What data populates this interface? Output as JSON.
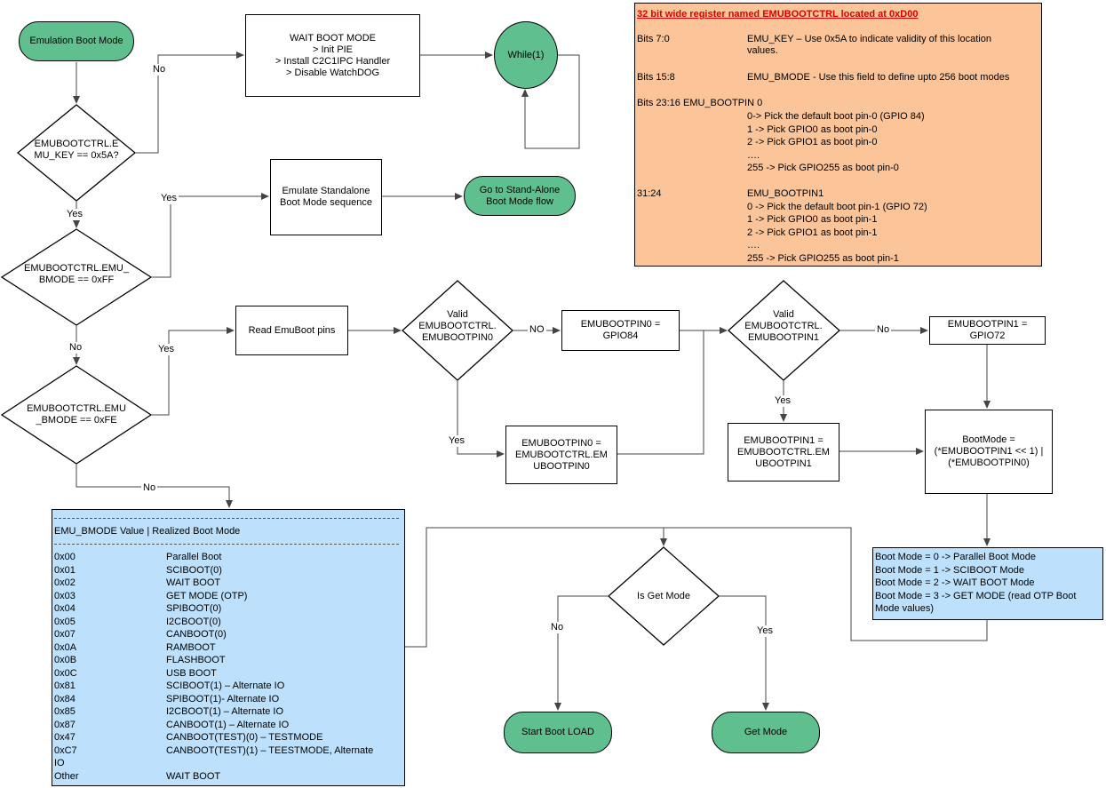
{
  "nodes": {
    "emulation_boot_mode": "Emulation Boot Mode",
    "wait_boot_mode": [
      "WAIT BOOT MODE",
      "> Init PIE",
      "> Install C2C1IPC Handler",
      "> Disable WatchDOG"
    ],
    "while1": "While(1)",
    "decision_emu_key": "EMUBOOTCTRL.E MU_KEY == 0x5A?",
    "emulate_standalone": "Emulate Standalone Boot Mode sequence",
    "go_standalone": "Go to Stand-Alone Boot Mode flow",
    "decision_bmode_ff": "EMUBOOTCTRL.EMU_ BMODE == 0xFF",
    "read_emuboot_pins": "Read EmuBoot pins",
    "valid_pin0": "Valid EMUBOOTCTRL. EMUBOOTPIN0",
    "pin0_gpio84": "EMUBOOTPIN0 = GPIO84",
    "valid_pin1": "Valid EMUBOOTCTRL. EMUBOOTPIN1",
    "pin1_gpio72": "EMUBOOTPIN1 = GPIO72",
    "decision_bmode_fe": "EMUBOOTCTRL.EMU _BMODE == 0xFE",
    "pin0_assign": "EMUBOOTPIN0 = EMUBOOTCTRL.EM UBOOTPIN0",
    "pin1_assign": "EMUBOOTPIN1 = EMUBOOTCTRL.EM UBOOTPIN1",
    "bootmode_calc": "BootMode = (*EMUBOOTPIN1 << 1) | (*EMUBOOTPIN0)",
    "is_get_mode": "Is Get Mode",
    "start_boot_load": "Start Boot LOAD",
    "get_mode": "Get Mode"
  },
  "edge_labels": {
    "no_wait": "No",
    "yes_emu_key": "Yes",
    "yes_ff": "Yes",
    "no_ff": "No",
    "yes_fe": "Yes",
    "no_fe": "No",
    "no_pin0": "NO",
    "yes_pin0": "Yes",
    "no_pin1": "No",
    "yes_pin1": "Yes",
    "no_getmode": "No",
    "yes_getmode": "Yes"
  },
  "register": {
    "title": "32 bit wide register named EMUBOOTCTRL located at 0xD00",
    "rows": [
      {
        "k": "Bits 7:0",
        "v": "EMU_KEY – Use 0x5A to indicate validity of this location"
      },
      {
        "k": "",
        "v": "values."
      },
      {
        "k": "Bits 15:8",
        "v": "EMU_BMODE - Use this field to define upto 256 boot modes"
      },
      {
        "k": "Bits 23:16   EMU_BOOTPIN 0",
        "v": ""
      },
      {
        "k": "",
        "v": "0-> Pick the default boot pin-0 (GPIO 84)"
      },
      {
        "k": "",
        "v": "1 -> Pick GPIO0 as boot pin-0"
      },
      {
        "k": "",
        "v": "2 -> Pick GPIO1 as boot pin-0"
      },
      {
        "k": "",
        "v": "…."
      },
      {
        "k": "",
        "v": "255 -> Pick GPIO255 as boot pin-0"
      },
      {
        "k": "31:24",
        "v": "EMU_BOOTPIN1"
      },
      {
        "k": "",
        "v": "0 -> Pick the default boot pin-1 (GPIO 72)"
      },
      {
        "k": "",
        "v": "1 -> Pick GPIO0 as boot pin-1"
      },
      {
        "k": "",
        "v": "2 -> Pick GPIO1 as boot pin-1"
      },
      {
        "k": "",
        "v": "…."
      },
      {
        "k": "",
        "v": "255 -> Pick GPIO255 as boot pin-1"
      }
    ]
  },
  "bmode_table": {
    "divider": "-----------------------------------------------------------------------------------------------------",
    "header": "EMU_BMODE Value   | Realized Boot Mode",
    "rows": [
      {
        "value": "0x00",
        "mode": "Parallel Boot"
      },
      {
        "value": "0x01",
        "mode": "SCIBOOT(0)"
      },
      {
        "value": "0x02",
        "mode": "WAIT BOOT"
      },
      {
        "value": "0x03",
        "mode": "GET MODE (OTP)"
      },
      {
        "value": "0x04",
        "mode": "SPIBOOT(0)"
      },
      {
        "value": "0x05",
        "mode": "I2CBOOT(0)"
      },
      {
        "value": "0x07",
        "mode": "CANBOOT(0)"
      },
      {
        "value": "0x0A",
        "mode": "RAMBOOT"
      },
      {
        "value": "0x0B",
        "mode": "FLASHBOOT"
      },
      {
        "value": "0x0C",
        "mode": "USB BOOT"
      },
      {
        "value": "0x81",
        "mode": "SCIBOOT(1) – Alternate IO"
      },
      {
        "value": "0x84",
        "mode": "SPIBOOT(1)- Alternate IO"
      },
      {
        "value": "0x85",
        "mode": "I2CBOOT(1) – Alternate IO"
      },
      {
        "value": "0x87",
        "mode": "CANBOOT(1) – Alternate IO"
      },
      {
        "value": "0x47",
        "mode": "CANBOOT(TEST)(0) – TESTMODE"
      },
      {
        "value": "0xC7",
        "mode": "CANBOOT(TEST)(1) – TEESTMODE, Alternate",
        "overflow": "IO"
      },
      {
        "value": "Other",
        "mode": "WAIT BOOT"
      }
    ]
  },
  "boot_modes_legend": [
    "Boot Mode = 0   -> Parallel Boot Mode",
    "Boot Mode = 1  -> SCIBOOT Mode",
    "Boot Mode = 2 -> WAIT BOOT Mode",
    "Boot Mode = 3 -> GET MODE (read OTP Boot",
    "Mode values)"
  ]
}
